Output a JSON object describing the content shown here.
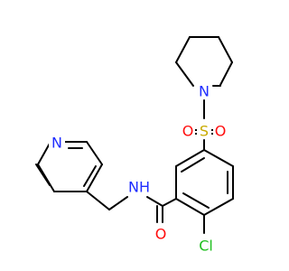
{
  "molecule": {
    "atoms": {
      "n_piperidine": "N",
      "s_sulfonyl": "S",
      "o_sulfonyl_left": "O",
      "o_sulfonyl_right": "O",
      "n_pyridine": "N",
      "nh_amide": "NH",
      "o_carbonyl": "O",
      "cl": "Cl"
    },
    "colors": {
      "nitrogen": "#1f2dff",
      "oxygen": "#ff0d0d",
      "sulfur": "#c8aa00",
      "chlorine": "#1fbf1f",
      "carbon_bond": "#000000"
    }
  }
}
